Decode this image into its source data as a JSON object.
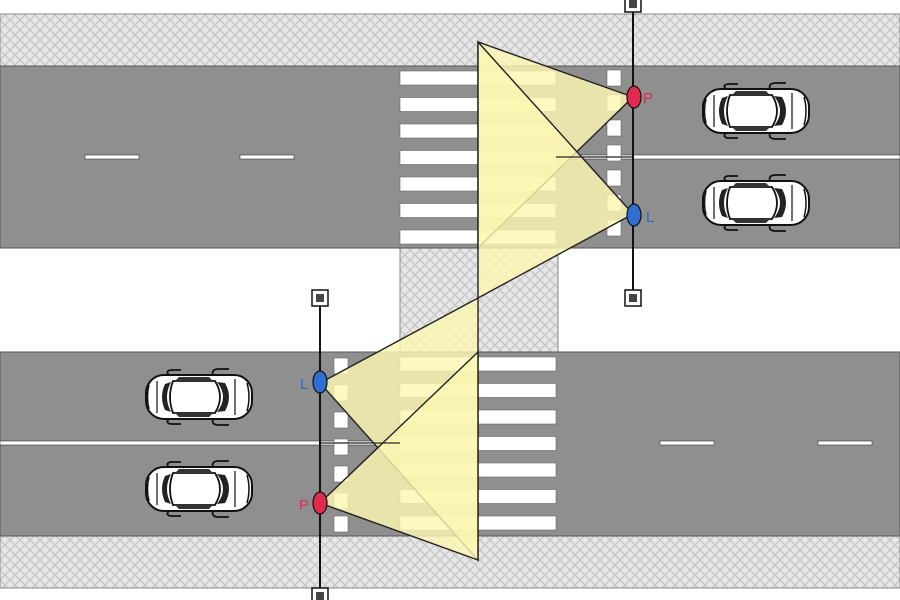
{
  "diagram": {
    "lamp_labels": {
      "top_p": "P",
      "top_l": "L",
      "bottom_l": "L",
      "bottom_p": "P"
    },
    "colors": {
      "road": "#8f8f8f",
      "sidewalk": "#e6e6e6",
      "hatch": "#c4c4c4",
      "light_cone": "#fbf6b2",
      "label_p": "#e2294f",
      "label_l": "#2b6cc4",
      "lamp_p": "#e2294f",
      "lamp_l": "#2f6fd2",
      "marking": "#ffffff"
    },
    "icons": [
      "car-icon",
      "street-lamp-icon"
    ]
  }
}
